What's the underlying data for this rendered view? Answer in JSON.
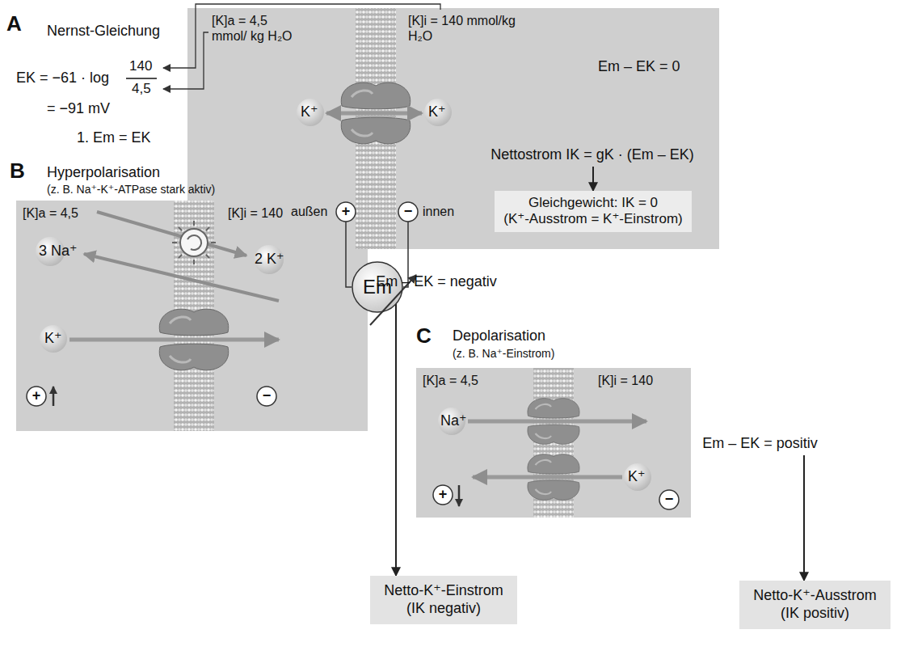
{
  "diagram": {
    "nodes": [
      {
        "text": [
          "[K]a = 4,5 mmol/ kg H₂O",
          "[K]i = 140 mmol/kg H₂O",
          "K⁺",
          "K⁺",
          "außen",
          "innen",
          "Em – EK = 0"
        ]
      },
      {
        "text": [
          "Nettostrom IK = gK · (Em – EK)"
        ],
        "in": 0
      },
      {
        "text": [
          "Gleichgewicht: IK = 0",
          "(K⁺-Ausstrom = K⁺-Einstrom)"
        ],
        "in": 0
      },
      {
        "text": [
          "Em"
        ]
      },
      {
        "text": [
          "[K]a = 4,5",
          "[K]i = 140",
          "3 Na⁺",
          "2 K⁺",
          "K⁺"
        ]
      },
      {
        "text": [
          "Em – EK = negativ"
        ]
      },
      {
        "text": [
          "Netto-K⁺-Einstrom",
          "(IK negativ)"
        ]
      },
      {
        "text": [
          "[K]a = 4,5",
          "[K]i = 140",
          "Na⁺",
          "K⁺"
        ]
      },
      {
        "text": [
          "Em – EK = positiv"
        ]
      },
      {
        "text": [
          "Netto-K⁺-Ausstrom",
          "(IK positiv)"
        ]
      }
    ],
    "edges": [
      {
        "from": 1,
        "to": 2,
        "arrow": "to"
      },
      {
        "from": 5,
        "to": 6,
        "arrow": "to"
      },
      {
        "from": 8,
        "to": 9,
        "arrow": "to"
      }
    ],
    "labels": [
      "A",
      "Nernst-Gleichung",
      "EK = −61 · log",
      "140",
      "4,5",
      "= −91 mV",
      "1. Em = EK",
      "+",
      "−",
      "B",
      "Hyperpolarisation",
      "(z. B. Na⁺-K⁺-ATPase stark aktiv)",
      "+",
      "−",
      "C",
      "Depolarisation",
      "(z. B. Na⁺-Einstrom)",
      "+",
      "−"
    ]
  }
}
